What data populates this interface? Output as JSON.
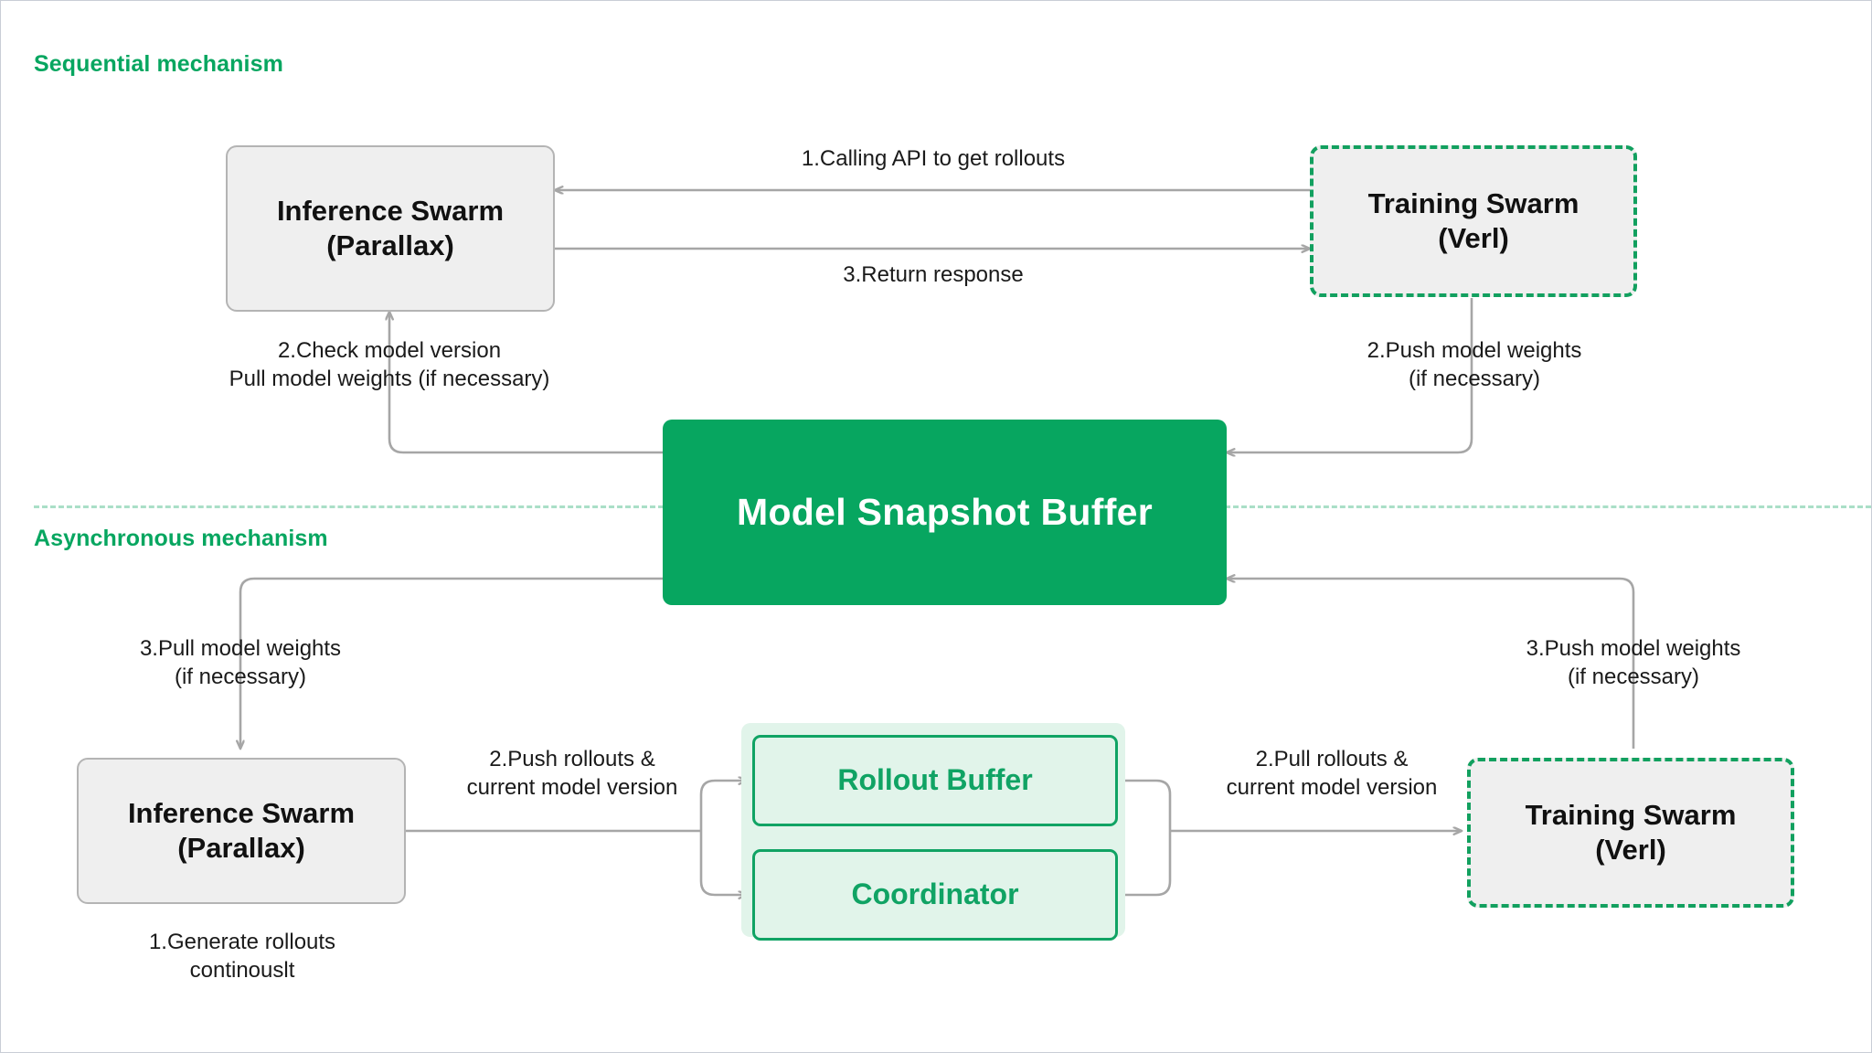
{
  "diagram": {
    "title_sequential": "Sequential mechanism",
    "title_asynchronous": "Asynchronous mechanism",
    "colors": {
      "brand_green": "#07a660",
      "inner_green_border": "#10a364",
      "inner_green_fill": "#e1f4ea",
      "dashed_border_green": "#12a05f",
      "divider_green": "#aadfc7",
      "node_fill_gray": "#efefef",
      "node_border_gray": "#b4b4b4",
      "wire_gray": "#a6a6a6",
      "text_dark": "#1a1a1a",
      "canvas_white": "#ffffff"
    }
  },
  "sequential": {
    "nodes": {
      "inference_swarm": {
        "line1": "Inference Swarm",
        "line2": "(Parallax)"
      },
      "training_swarm": {
        "line1": "Training Swarm",
        "line2": "(Verl)"
      }
    },
    "edges": {
      "calling_api": "1.Calling API to get rollouts",
      "return_response": "3.Return response",
      "check_model_version": "2.Check model version\nPull model weights (if necessary)",
      "push_model_weights": "2.Push model weights\n(if necessary)"
    }
  },
  "shared": {
    "model_snapshot_buffer": "Model Snapshot Buffer"
  },
  "asynchronous": {
    "nodes": {
      "inference_swarm": {
        "line1": "Inference Swarm",
        "line2": "(Parallax)"
      },
      "training_swarm": {
        "line1": "Training Swarm",
        "line2": "(Verl)"
      },
      "rollout_buffer": "Rollout Buffer",
      "coordinator": "Coordinator"
    },
    "edges": {
      "pull_model_weights": "3.Pull model weights\n(if necessary)",
      "push_model_weights": "3.Push model weights\n(if necessary)",
      "push_rollouts": "2.Push rollouts &\ncurrent model version",
      "pull_rollouts": "2.Pull rollouts &\ncurrent model version",
      "generate_rollouts": "1.Generate rollouts\ncontinouslt"
    }
  }
}
